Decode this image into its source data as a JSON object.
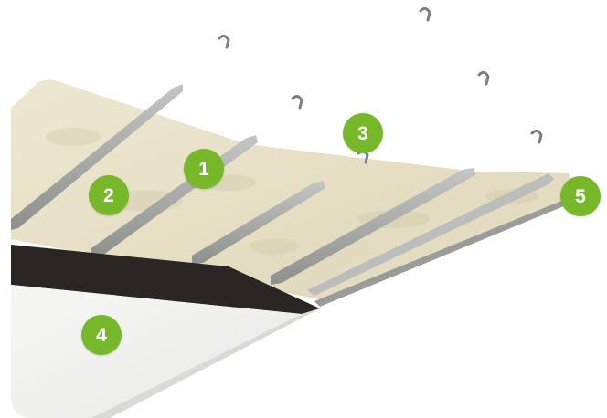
{
  "colors": {
    "badge": "#76b82a",
    "insulation": "#e8e1c7",
    "insulation_shadow": "#d8d0b2",
    "membrane": "#2b2623",
    "board": "#f1f1ef",
    "board_edge": "#d9d9d6",
    "channel": "#a8aaa8",
    "channel_dark": "#858785"
  },
  "callouts": [
    {
      "id": "1",
      "label": "1"
    },
    {
      "id": "2",
      "label": "2"
    },
    {
      "id": "3",
      "label": "3"
    },
    {
      "id": "4",
      "label": "4"
    },
    {
      "id": "5",
      "label": "5"
    }
  ],
  "icons": [
    "hanger-clip-icon"
  ]
}
